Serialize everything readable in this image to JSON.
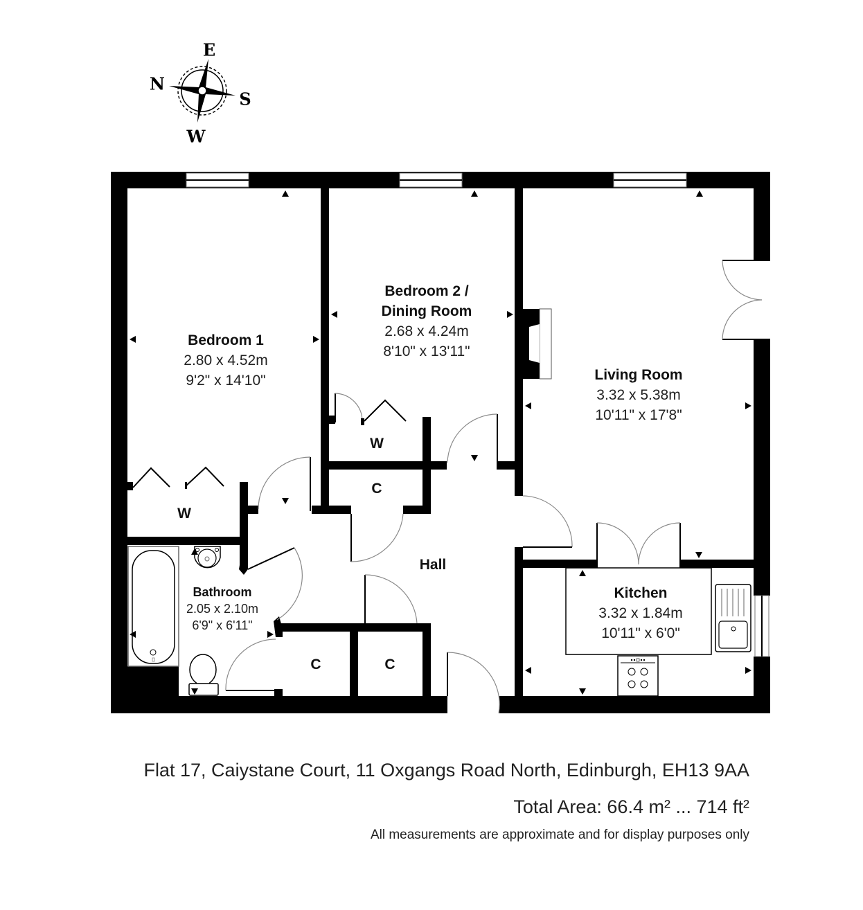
{
  "compass": {
    "north": "N",
    "south": "S",
    "east": "E",
    "west": "W",
    "icon": "compass-rose-icon"
  },
  "rooms": {
    "bedroom1": {
      "name": "Bedroom 1",
      "metric": "2.80 x 4.52m",
      "imperial": "9'2\" x 14'10\""
    },
    "bedroom2": {
      "name_line1": "Bedroom 2 /",
      "name_line2": "Dining Room",
      "metric": "2.68 x 4.24m",
      "imperial": "8'10\" x 13'11\""
    },
    "living": {
      "name": "Living Room",
      "metric": "3.32 x 5.38m",
      "imperial": "10'11\" x 17'8\""
    },
    "bathroom": {
      "name": "Bathroom",
      "metric": "2.05 x 2.10m",
      "imperial": "6'9\" x 6'11\""
    },
    "kitchen": {
      "name": "Kitchen",
      "metric": "3.32 x 1.84m",
      "imperial": "10'11\" x 6'0\""
    },
    "hall": {
      "name": "Hall"
    }
  },
  "storage": {
    "wardrobe_bed1": "W",
    "wardrobe_bed2": "W",
    "cupboard_upper": "C",
    "cupboard_lower_left": "C",
    "cupboard_lower_right": "C"
  },
  "footer": {
    "address": "Flat 17, Caiystane Court, 11 Oxgangs Road North, Edinburgh, EH13 9AA",
    "total_area": "Total Area: 66.4 m² ... 714 ft²",
    "disclaimer": "All measurements are approximate and for display purposes only"
  },
  "colors": {
    "wall": "#000000",
    "background": "#ffffff",
    "door_arc": "#8a8a8a",
    "text": "#222222"
  }
}
